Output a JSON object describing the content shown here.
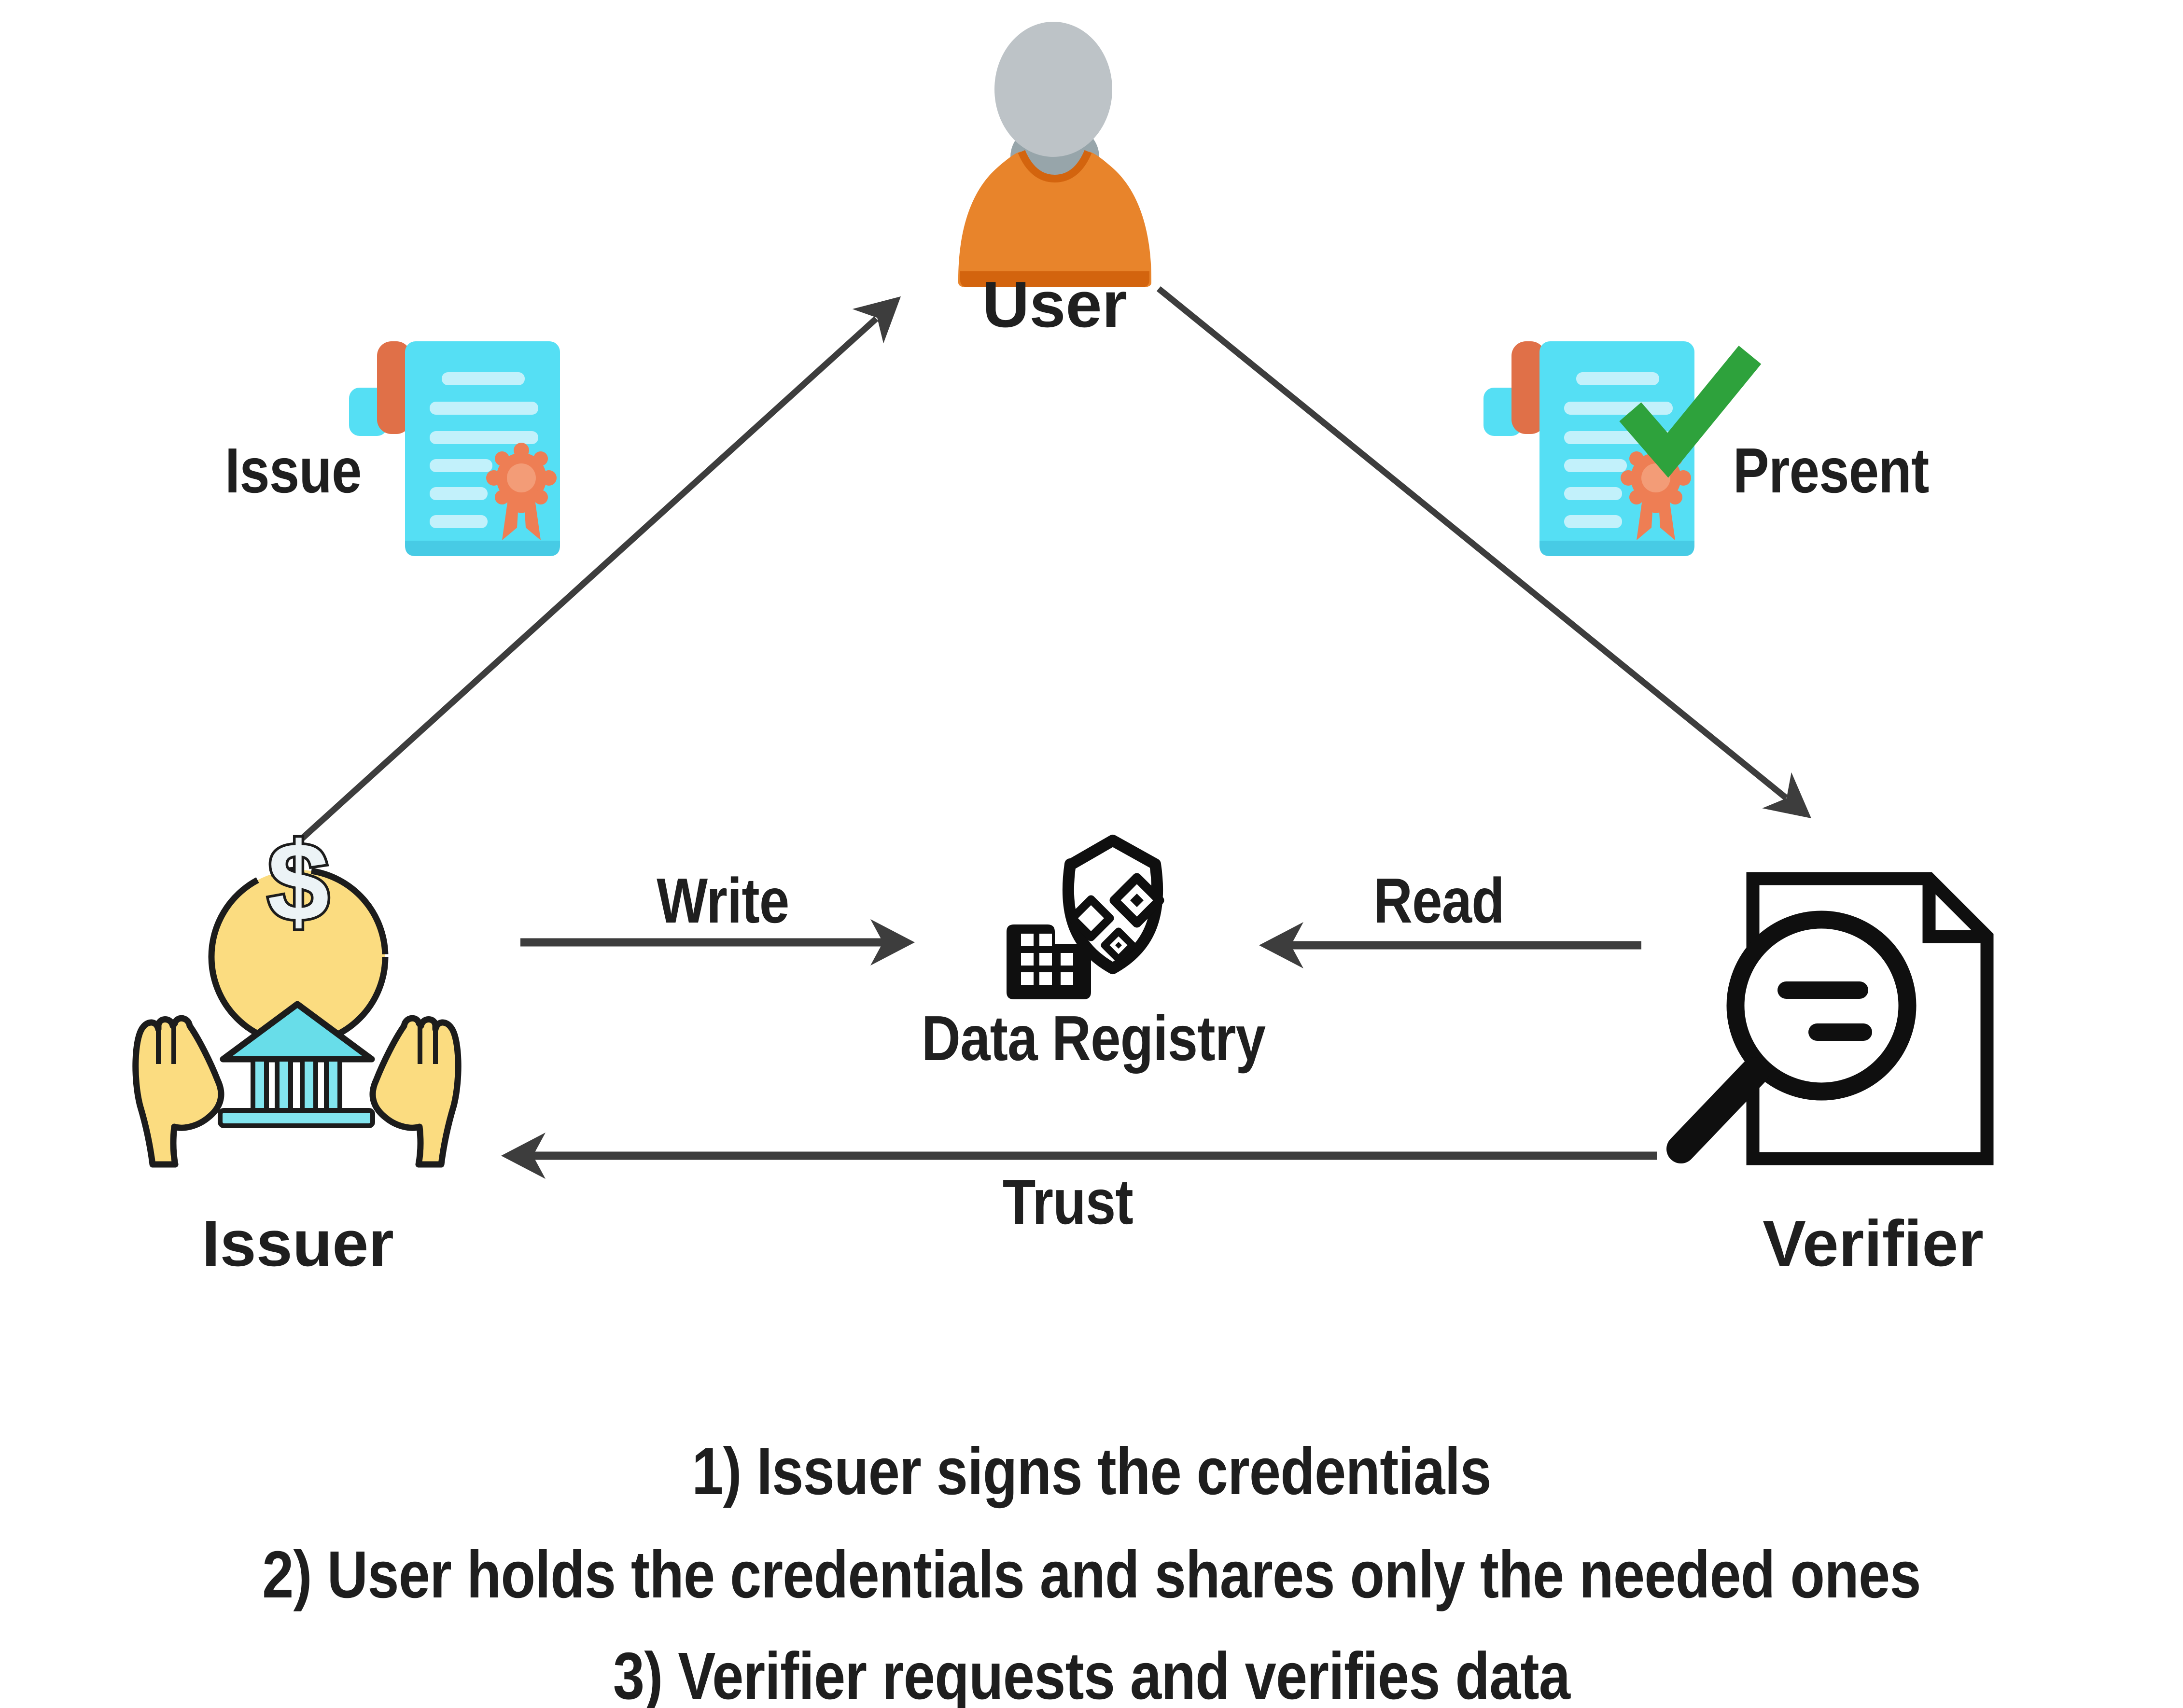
{
  "diagram": {
    "title_implicit": "Verifiable credentials trust triangle",
    "nodes": {
      "user": {
        "label": "User"
      },
      "issuer": {
        "label": "Issuer"
      },
      "verifier": {
        "label": "Verifier"
      },
      "registry": {
        "label": "Data Registry"
      }
    },
    "edges": {
      "issue": {
        "label": "Issue",
        "from": "Issuer",
        "to": "User"
      },
      "present": {
        "label": "Present",
        "from": "User",
        "to": "Verifier"
      },
      "write": {
        "label": "Write",
        "from": "Issuer",
        "to": "Data Registry"
      },
      "read": {
        "label": "Read",
        "from": "Verifier",
        "to": "Data Registry"
      },
      "trust": {
        "label": "Trust",
        "from": "Verifier",
        "to": "Issuer"
      }
    },
    "footnotes": [
      "1) Issuer signs the credentials",
      "2) User holds the credentials and shares only the needed ones",
      "3) Verifier requests and verifies data"
    ],
    "icons": {
      "user-icon": "person silhouette (gray head, orange body)",
      "issue-certificate-icon": "cyan scroll certificate with orange ribbon rosette",
      "present-certificate-icon": "cyan scroll certificate with green checkmark",
      "check-icon": "green checkmark",
      "issuer-icon": "hands holding dollar coin over bank building",
      "data-registry-icon": "shield with diamonds and building",
      "verifier-icon": "magnifying glass over document"
    },
    "colors": {
      "background": "#ffffff",
      "text": "#1f1f1f",
      "arrow": "#3d3d3d",
      "person_head_gray": "#bdc3c7",
      "person_neck_gray": "#97a5aa",
      "person_body_orange": "#e8842b",
      "person_trim_orange": "#d3640e",
      "certificate_cyan": "#55dff4",
      "certificate_lines": "#c2f1fb",
      "certificate_bottom": "#47cbe5",
      "scroll_curl_orange": "#e07048",
      "rosette_orange": "#ee7e54",
      "check_green": "#2ea23c",
      "coin_hand_yellow": "#fbdc80",
      "bank_cyan": "#68dde9",
      "bank_column_cyan": "#83e5ef",
      "outline_black": "#1c1c1c"
    }
  }
}
